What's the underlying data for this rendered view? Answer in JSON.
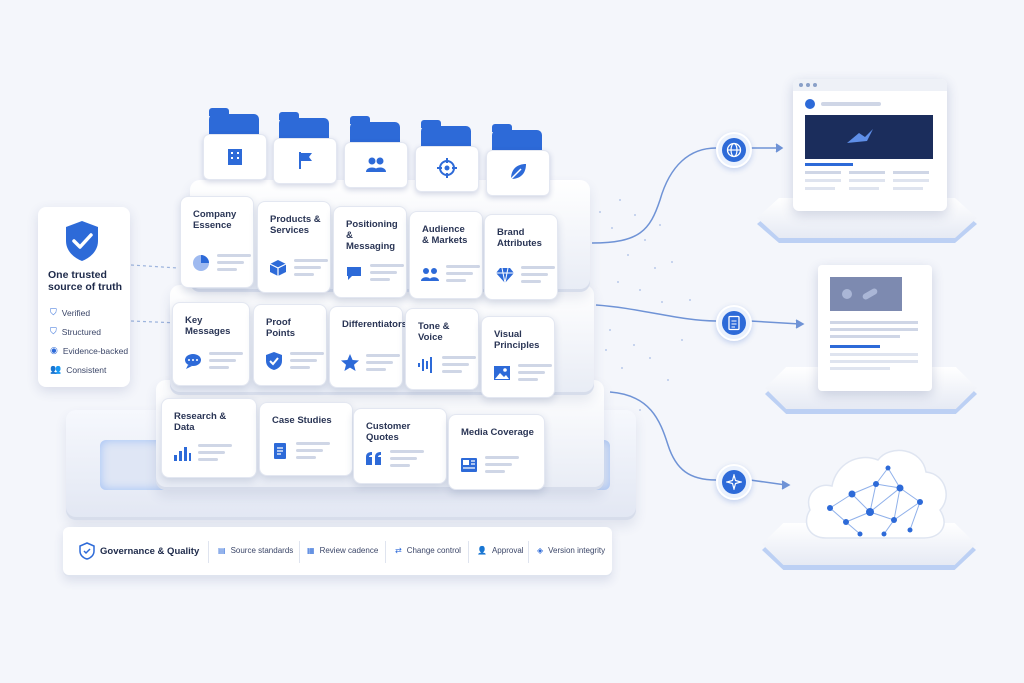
{
  "trust_panel": {
    "title": "One trusted source of truth",
    "items": [
      "Verified",
      "Structured",
      "Evidence-backed",
      "Consistent"
    ]
  },
  "stack": {
    "top_tier": [
      {
        "label": "Company Essence",
        "icon": "pie-chart-icon"
      },
      {
        "label": "Products & Services",
        "icon": "box-icon"
      },
      {
        "label": "Positioning & Messaging",
        "icon": "chat-bubble-icon"
      },
      {
        "label": "Audience & Markets",
        "icon": "people-icon"
      },
      {
        "label": "Brand Attributes",
        "icon": "diamond-icon"
      }
    ],
    "middle_tier": [
      {
        "label": "Key Messages",
        "icon": "chat-icon"
      },
      {
        "label": "Proof Points",
        "icon": "shield-check-icon"
      },
      {
        "label": "Differentiators",
        "icon": "star-icon"
      },
      {
        "label": "Tone & Voice",
        "icon": "sound-wave-icon"
      },
      {
        "label": "Visual Principles",
        "icon": "image-icon"
      }
    ],
    "bottom_tier": [
      {
        "label": "Research & Data",
        "icon": "bar-chart-icon"
      },
      {
        "label": "Case Studies",
        "icon": "document-icon"
      },
      {
        "label": "Customer Quotes",
        "icon": "quote-icon"
      },
      {
        "label": "Media Coverage",
        "icon": "newspaper-icon"
      }
    ],
    "folders": [
      "building-icon",
      "flag-icon",
      "people-icon",
      "target-icon",
      "leaf-icon"
    ]
  },
  "governance": {
    "title": "Governance & Quality",
    "items": [
      {
        "label": "Source standards",
        "icon": "list-icon"
      },
      {
        "label": "Review cadence",
        "icon": "calendar-icon"
      },
      {
        "label": "Change control",
        "icon": "swap-icon"
      },
      {
        "label": "Approval",
        "icon": "user-icon"
      },
      {
        "label": "Version integrity",
        "icon": "layers-icon"
      }
    ]
  },
  "outputs": [
    {
      "node_icon": "globe-icon",
      "target": "website"
    },
    {
      "node_icon": "document-icon",
      "target": "document"
    },
    {
      "node_icon": "sparkle-icon",
      "target": "ai-cloud"
    }
  ],
  "colors": {
    "accent": "#2d6ad8",
    "background": "#f4f6fb",
    "card": "#ffffff"
  }
}
